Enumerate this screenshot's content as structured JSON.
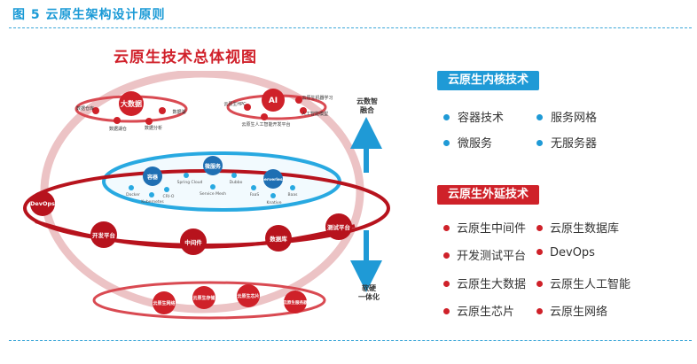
{
  "figure_title": "图 5  云原生架构设计原则",
  "diagram_title": "云原生技术总体视图",
  "arrow_up_label": [
    "云数智",
    "融合"
  ],
  "arrow_down_label": [
    "软硬",
    "一体化"
  ],
  "top_left_cluster": {
    "center": "大数据",
    "nodes": [
      "数据仓库",
      "数据湖",
      "数据湖仓",
      "数据分析"
    ]
  },
  "top_right_cluster": {
    "center": "AI",
    "nodes": [
      "云原生HPC",
      "云原生机器学习",
      "人工智能模型",
      "云原生人工智能开发平台"
    ]
  },
  "inner_ring": {
    "hubs": [
      "容器",
      "微服务",
      "Serverless"
    ],
    "labels": [
      "Docker",
      "CRI-O",
      "Kubernetes",
      "Spring Cloud",
      "Dubbo",
      "Service Mesh",
      "FaaS",
      "Baas",
      "Knative"
    ]
  },
  "middle_ring_nodes": [
    "DevOps",
    "开发平台",
    "中间件",
    "数据库",
    "测试平台"
  ],
  "bottom_ring_nodes": [
    "云原生网络",
    "云原生存储",
    "云原生芯片",
    "云原生服务器"
  ],
  "core_tech": {
    "heading": "云原生内核技术",
    "items": [
      "容器技术",
      "服务网格",
      "微服务",
      "无服务器"
    ]
  },
  "ext_tech": {
    "heading": "云原生外延技术",
    "items": [
      "云原生中间件",
      "云原生数据库",
      "开发测试平台",
      "DevOps",
      "云原生大数据",
      "云原生人工智能",
      "云原生芯片",
      "云原生网络"
    ]
  },
  "colors": {
    "blue": "#1f9ad6",
    "red": "#cf2129",
    "pink": "#e9b6b9"
  }
}
